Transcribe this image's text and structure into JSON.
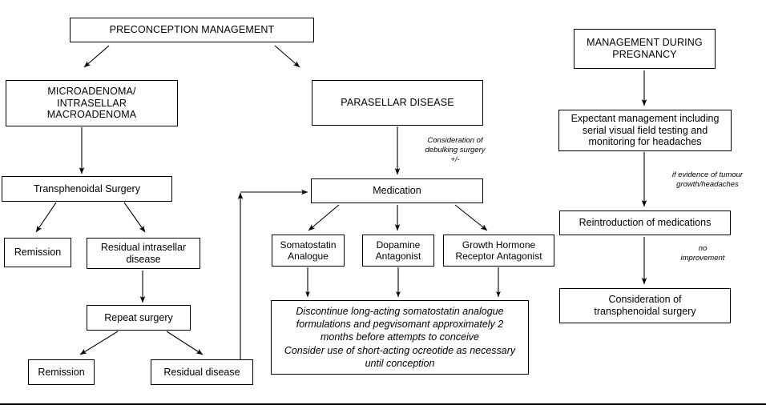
{
  "diagram": {
    "title": "Management of pituitary tumour in pregnancy flowchart",
    "accent_color": "#000000",
    "background_color": "#ffffff"
  },
  "nodes": {
    "preconception_management": "PRECONCEPTION MANAGEMENT",
    "microadenoma": "MICROADENOMA/\nINTRASELLAR\nMACROADENOMA",
    "transphenoidal_surgery": "Transphenoidal Surgery",
    "remission_1": "Remission",
    "residual_intrasellar_disease": "Residual intrasellar\ndisease",
    "repeat_surgery": "Repeat surgery",
    "remission_2": "Remission",
    "residual_disease": "Residual disease",
    "parasellar_disease": "PARASELLAR DISEASE",
    "medication": "Medication",
    "somatostatin_analogue": "Somatostatin\nAnalogue",
    "dopamine_antagonist": "Dopamine\nAntagonist",
    "growth_hormone_receptor_antagonist": "Growth Hormone\nReceptor  Antagonist",
    "discontinue_note": "Discontinue long-acting somatostatin analogue formulations and pegvisomant approximately 2 months before attempts to conceive\nConsider use of short-acting ocreotide as necessary until conception",
    "management_during_pregnancy": "MANAGEMENT DURING\nPREGNANCY",
    "expectant_management": "Expectant management including\nserial visual field testing and\nmonitoring for headaches",
    "reintroduction_of_medications": "Reintroduction of medications",
    "consideration_of_surgery": "Consideration of\ntransphenoidal surgery"
  },
  "edge_labels": {
    "debulking": "Consideration of\ndebulking surgery\n+/-",
    "tumour_growth": "if evidence of tumour\ngrowth/headaches",
    "no_improvement": "no\nimprovement"
  }
}
